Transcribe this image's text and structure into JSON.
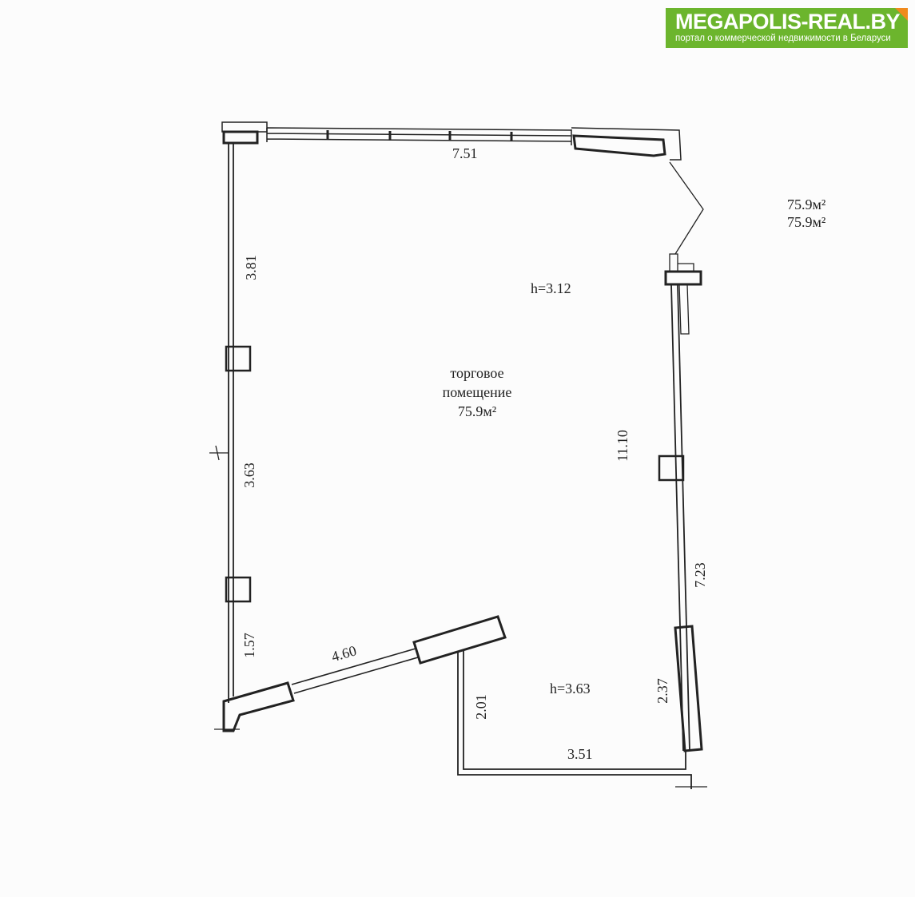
{
  "logo": {
    "title": "MEGAPOLIS-REAL.BY",
    "subtitle": "портал о коммерческой недвижимости в Беларуси",
    "color": "#6cb52d",
    "accent": "#f08a1c"
  },
  "plan": {
    "room_name_line1": "торговое",
    "room_name_line2": "помещение",
    "room_area": "75.9м²",
    "height_main": "h=3.12",
    "height_annex": "h=3.63",
    "total_area_1": "75.9м²",
    "total_area_2": "75.9м²",
    "dimensions": {
      "top": "7.51",
      "left_upper": "3.81",
      "left_middle": "3.63",
      "left_lower": "1.57",
      "diagonal": "4.60",
      "right_total": "11.10",
      "right_lower": "7.23",
      "right_window": "2.37",
      "annex_left": "2.01",
      "annex_bottom": "3.51"
    }
  }
}
